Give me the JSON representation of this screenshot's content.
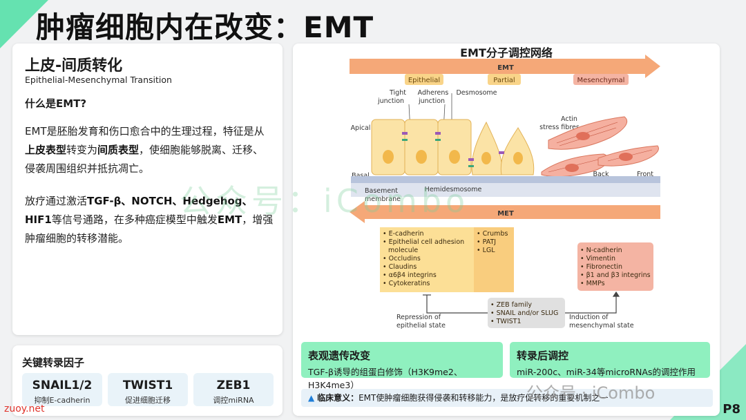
{
  "page_title": "肿瘤细胞内在改变：EMT",
  "left": {
    "heading": "上皮-间质转化",
    "subheading": "Epithelial-Mesenchymal Transition",
    "question": "什么是EMT?",
    "p1_a": "EMT是胚胎发育和伤口愈合中的生理过程，特征是从",
    "p1_b": "上皮表型",
    "p1_c": "转变为",
    "p1_d": "间质表型",
    "p1_e": "，使细胞能够脱离、迁移、侵袭周围组织并抵抗凋亡。",
    "p2_a": "放疗通过激活",
    "p2_b": "TGF-β、NOTCH、Hedgehog、HIF1",
    "p2_c": "等信号通路，在多种癌症模型中触发",
    "p2_d": "EMT",
    "p2_e": "，增强肿瘤细胞的转移潜能。"
  },
  "factors": {
    "title": "关键转录因子",
    "items": [
      {
        "name": "SNAIL1/2",
        "desc": "抑制E-cadherin"
      },
      {
        "name": "TWIST1",
        "desc": "促进细胞迁移"
      },
      {
        "name": "ZEB1",
        "desc": "调控miRNA"
      }
    ]
  },
  "diagram": {
    "title": "EMT分子调控网络",
    "emt_label": "EMT",
    "met_label": "MET",
    "states": [
      "Epithelial",
      "Partial",
      "Mesenchymal"
    ],
    "labels": {
      "tight": "Tight",
      "junction": "junction",
      "adherens": "Adherens",
      "desmosome": "Desmosome",
      "apical": "Apical",
      "basal": "Basal",
      "actin": "Actin",
      "stress": "stress fibres",
      "back": "Back",
      "front": "Front",
      "basement1": "Basement",
      "basement2": "membrane",
      "hemidesmosome": "Hemidesmosome",
      "repression1": "Repression of",
      "repression2": "epithelial state",
      "induction1": "Induction of",
      "induction2": "mesenchymal state"
    },
    "epithelial_markers": [
      "E-cadherin",
      "Epithelial cell adhesion",
      "molecule",
      "Occludins",
      "Claudins",
      "α6β4 integrins",
      "Cytokeratins"
    ],
    "polarity_markers": [
      "Crumbs",
      "PATJ",
      "LGL"
    ],
    "mesenchymal_markers": [
      "N-cadherin",
      "Vimentin",
      "Fibronectin",
      "β1 and β3 integrins",
      "MMPs"
    ],
    "tf_markers": [
      "ZEB family",
      "SNAIL and/or SLUG",
      "TWIST1"
    ]
  },
  "epigenetic": {
    "title": "表观遗传改变",
    "desc": "TGF-β诱导的组蛋白修饰（H3K9me2、H3K4me3）"
  },
  "posttranscriptional": {
    "title": "转录后调控",
    "desc": "miR-200c、miR-34等microRNAs的调控作用"
  },
  "clinical": {
    "icon": "▲",
    "label": "临床意义：",
    "text": "EMT使肿瘤细胞获得侵袭和转移能力，是放疗促转移的重要机制之一"
  },
  "watermark": "公众号：iCombo",
  "watermark2": "公众号 · iCombo",
  "site": "zuoy.net",
  "page_number": "P8",
  "colors": {
    "accent_green": "#8ff0bf",
    "arrow_orange": "#f59a64",
    "epithelial_yellow": "#fbdc8a",
    "mesenchymal_pink": "#f4b4a3"
  }
}
